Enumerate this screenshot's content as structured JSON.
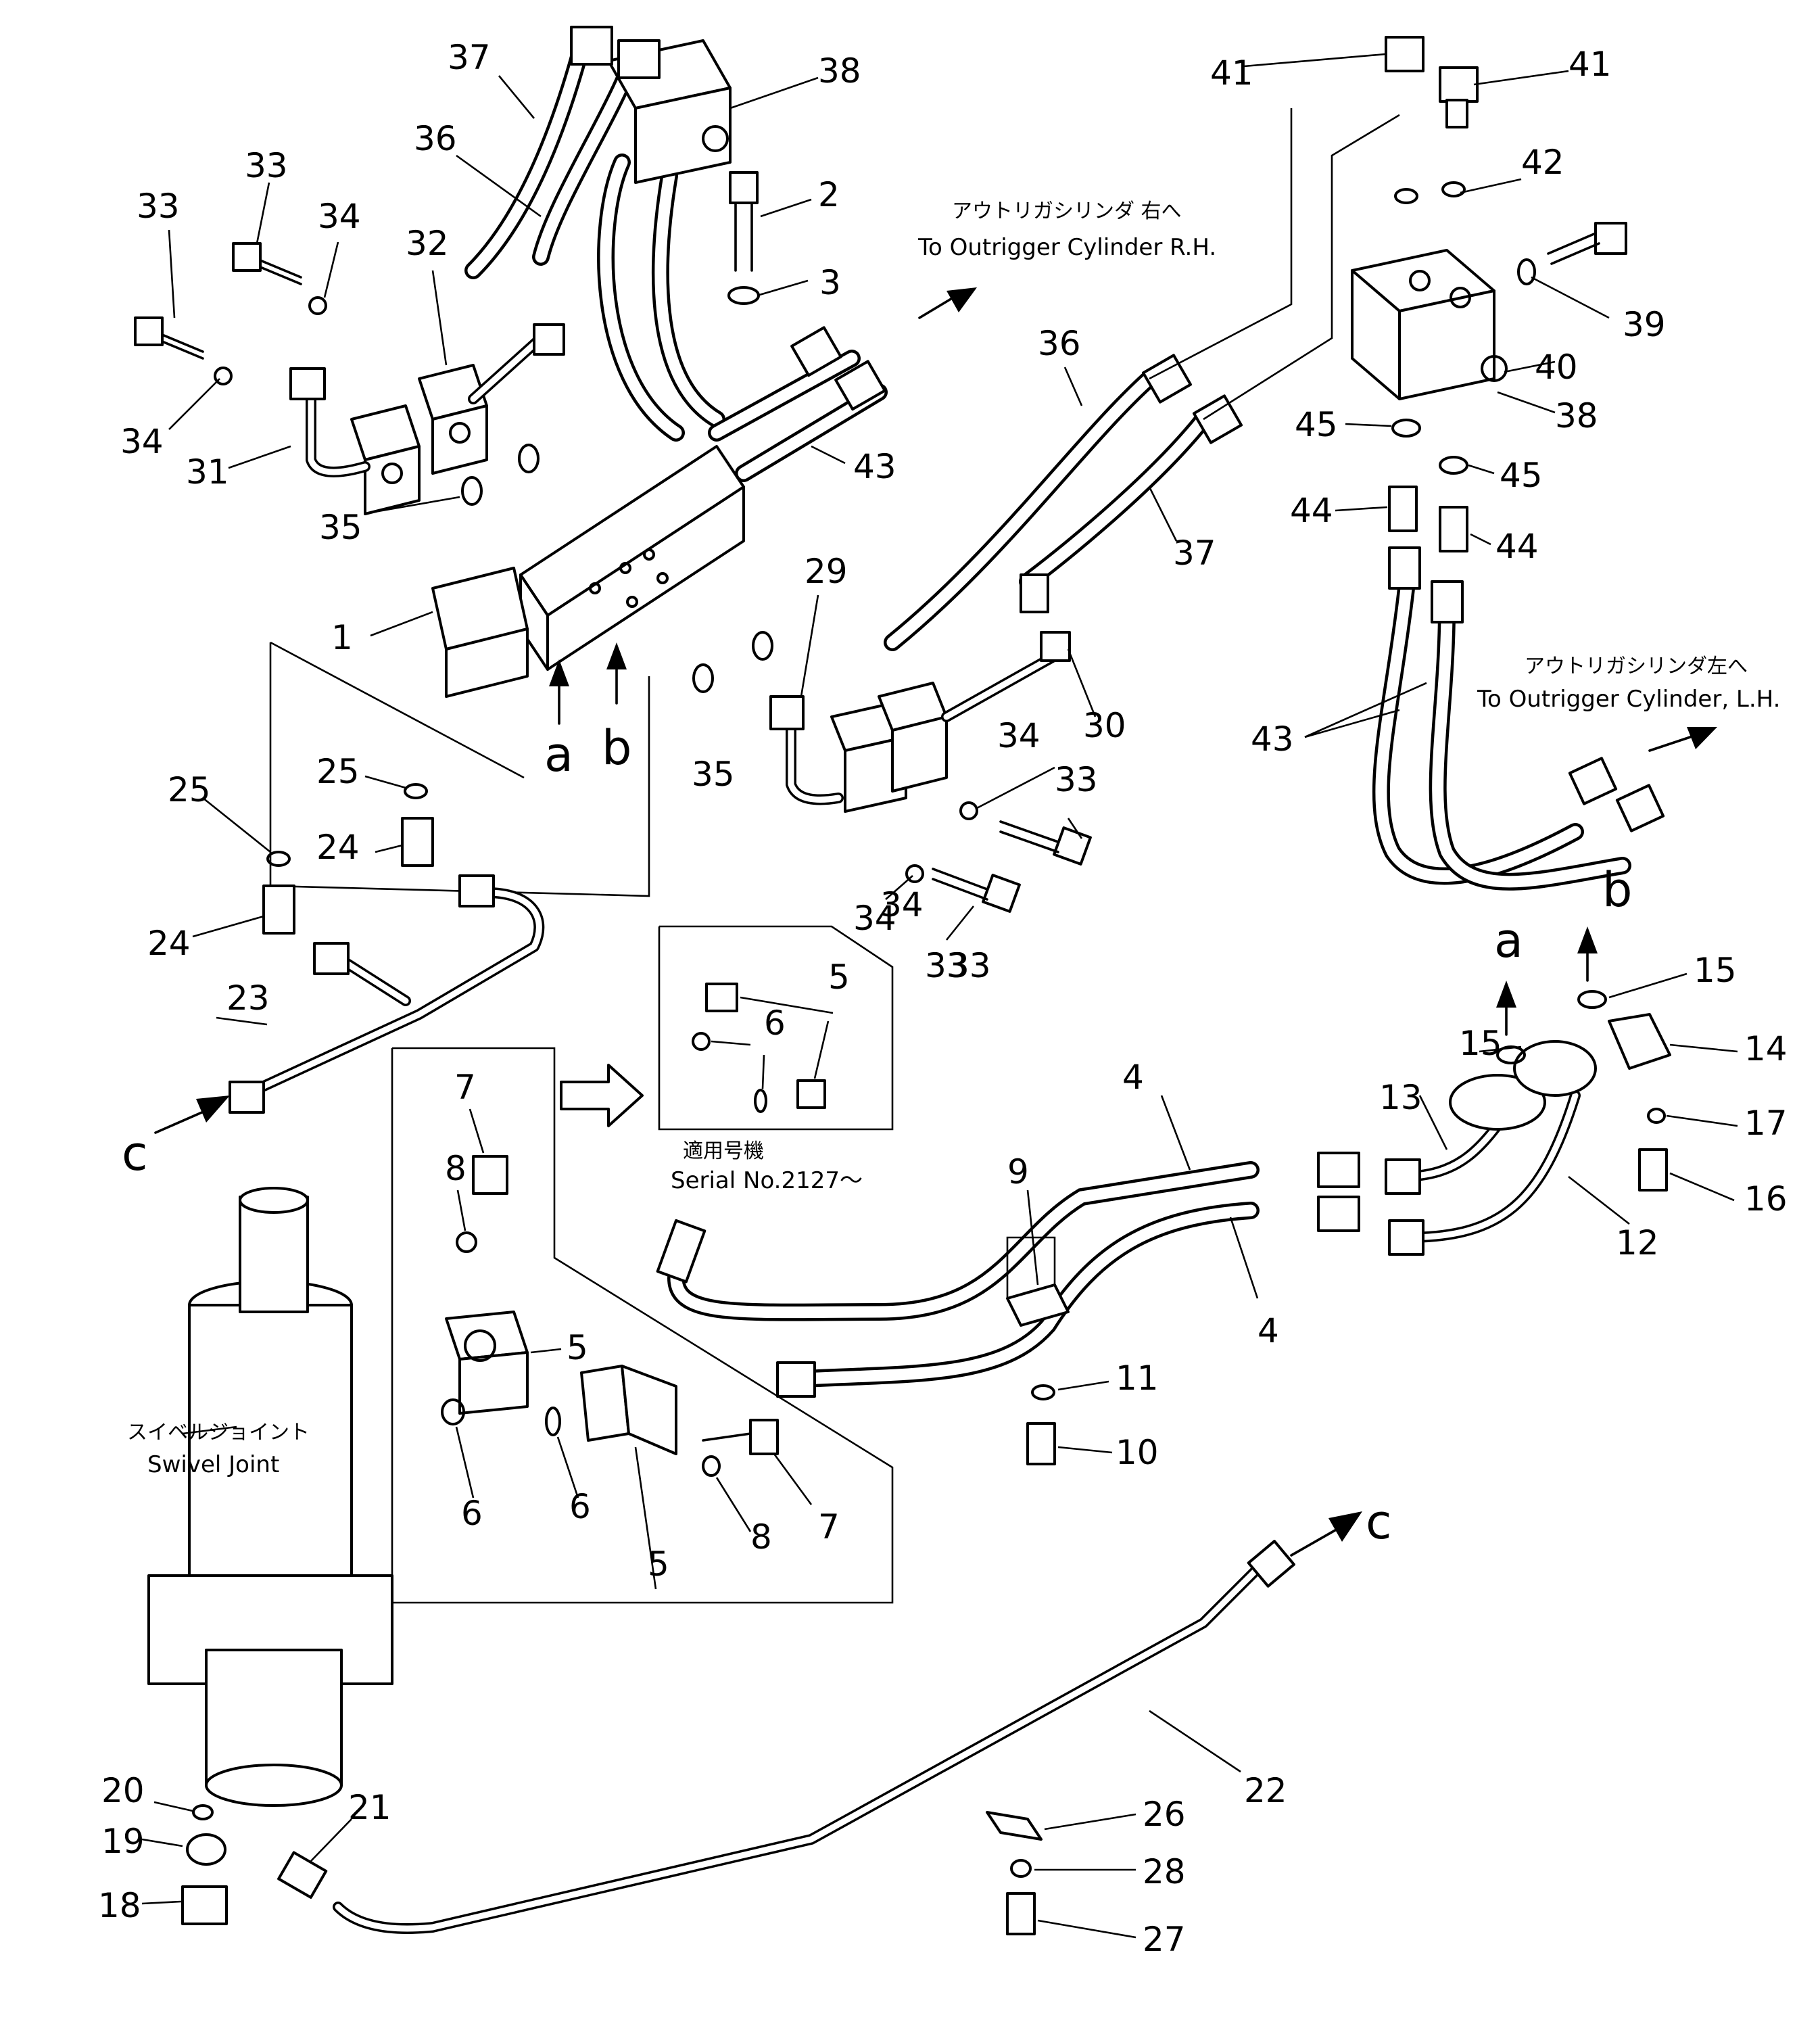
{
  "labels": {
    "rh_jp": "アウトリガシリンダ 右へ",
    "rh_en": "To Outrigger Cylinder R.H.",
    "lh_jp": "アウトリガシリンダ左へ",
    "lh_en": "To Outrigger Cylinder, L.H.",
    "serial_jp": "適用号機",
    "serial_en": "Serial No.2127～",
    "swivel_jp": "スイベルジョイント",
    "swivel_en": "Swivel Joint"
  },
  "connection_letters": {
    "a": "a",
    "b": "b",
    "c": "c"
  },
  "callouts": {
    "p1": "1",
    "p2": "2",
    "p3": "3",
    "p4": "4",
    "p5": "5",
    "p6": "6",
    "p7": "7",
    "p8": "8",
    "p9": "9",
    "p10": "10",
    "p11": "11",
    "p12": "12",
    "p13": "13",
    "p14": "14",
    "p15": "15",
    "p16": "16",
    "p17": "17",
    "p18": "18",
    "p19": "19",
    "p20": "20",
    "p21": "21",
    "p22": "22",
    "p23": "23",
    "p24": "24",
    "p25": "25",
    "p26": "26",
    "p27": "27",
    "p28": "28",
    "p29": "29",
    "p30": "30",
    "p31": "31",
    "p32": "32",
    "p33": "33",
    "p34": "34",
    "p35": "35",
    "p36": "36",
    "p37": "37",
    "p38": "38",
    "p39": "39",
    "p40": "40",
    "p41": "41",
    "p42": "42",
    "p43": "43",
    "p44": "44",
    "p45": "45"
  }
}
